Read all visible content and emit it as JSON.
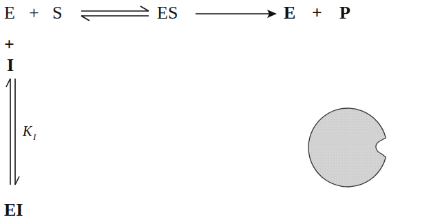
{
  "diagram": {
    "labels": [
      "E",
      "+",
      "S",
      "ES",
      "E",
      "+",
      "P",
      "+",
      "I",
      "K",
      "I",
      "EI"
    ]
  }
}
